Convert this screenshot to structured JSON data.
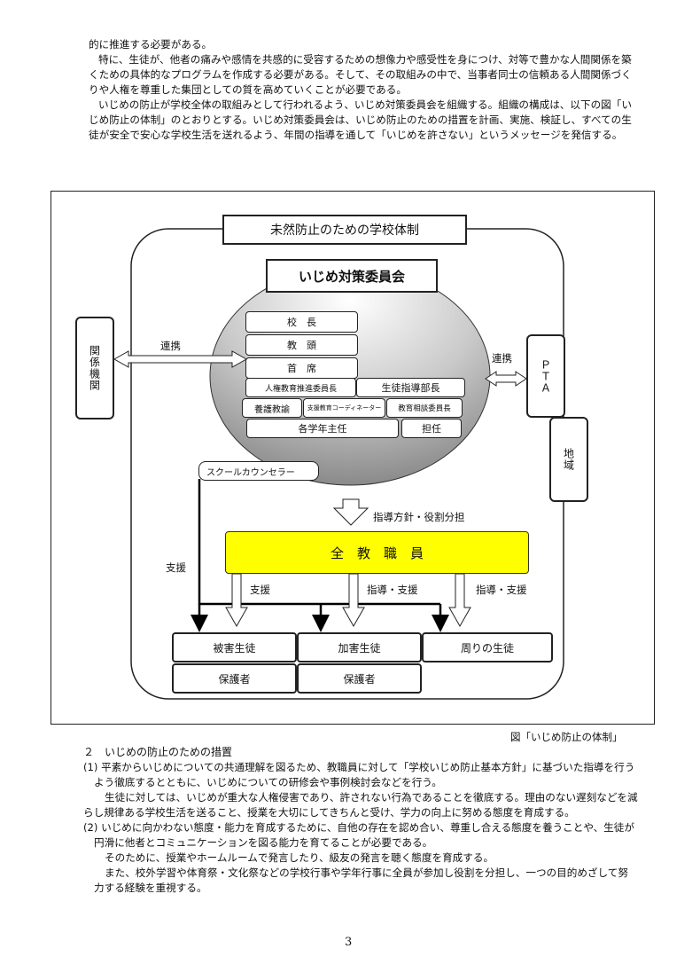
{
  "intro": {
    "line1": "的に推進する必要がある。",
    "para2": "特に、生徒が、他者の痛みや感情を共感的に受容するための想像力や感受性を身につけ、対等で豊かな人間関係を築くための具体的なプログラムを作成する必要がある。そして、その取組みの中で、当事者同士の信頼ある人間関係づくりや人権を尊重した集団としての質を高めていくことが必要である。",
    "para3": "いじめの防止が学校全体の取組みとして行われるよう、いじめ対策委員会を組織する。組織の構成は、以下の図「いじめ防止の体制」のとおりとする。いじめ対策委員会は、いじめ防止のための措置を計画、実施、検証し、すべての生徒が安全で安心な学校生活を送れるよう、年間の指導を通して「いじめを許さない」というメッセージを発信する。"
  },
  "diagram": {
    "outer_title": "未然防止のための学校体制",
    "committee_title": "いじめ対策委員会",
    "members": {
      "principal": "校　長",
      "vice_principal": "教　頭",
      "head_teacher": "首　席",
      "human_rights": "人権教育推進委員長",
      "student_guidance": "生徒指導部長",
      "nurse": "養護教諭",
      "special_support": "支援教育コーディネーター",
      "counseling": "教育相談委員長",
      "grade_heads": "各学年主任",
      "homeroom": "担任"
    },
    "related_agencies": "関係機関",
    "pta": "ＰＴＡ",
    "community": "地域",
    "link_left": "連携",
    "link_right": "連携",
    "counselor": "スクールカウンセラー",
    "policy_label": "指導方針・役割分担",
    "all_staff": "全　教　職　員",
    "support_left": "支援",
    "support_1": "支援",
    "support_2": "指導・支援",
    "support_3": "指導・支援",
    "victim": "被害生徒",
    "perpetrator": "加害生徒",
    "bystanders": "周りの生徒",
    "guardian_1": "保護者",
    "guardian_2": "保護者",
    "caption": "図「いじめ防止の体制」"
  },
  "section": {
    "heading": "２　いじめの防止のための措置",
    "item1": "(1) 平素からいじめについての共通理解を図るため、教職員に対して「学校いじめ防止基本方針」に基づいた指導を行うよう徹底するとともに、いじめについての研修会や事例検討会などを行う。",
    "item1_b": "生徒に対しては、いじめが重大な人権侵害であり、許されない行為であることを徹底する。理由のない遅刻などを減らし規律ある学校生活を送ること、授業を大切にしてきちんと受け、学力の向上に努める態度を育成する。",
    "item2": "(2) いじめに向かわない態度・能力を育成するために、自他の存在を認め合い、尊重し合える態度を養うことや、生徒が円滑に他者とコミュニケーションを図る能力を育てることが必要である。",
    "item2_b": "そのために、授業やホームルームで発言したり、級友の発言を聴く態度を育成する。",
    "item2_c": "また、校外学習や体育祭・文化祭などの学校行事や学年行事に全員が参加し役割を分担し、一つの目的めざして努力する経験を重視する。"
  },
  "page_number": "3",
  "colors": {
    "all_staff_fill": "#ffff00",
    "sphere_light": "#ffffff",
    "sphere_dark": "#8a8a8a"
  }
}
